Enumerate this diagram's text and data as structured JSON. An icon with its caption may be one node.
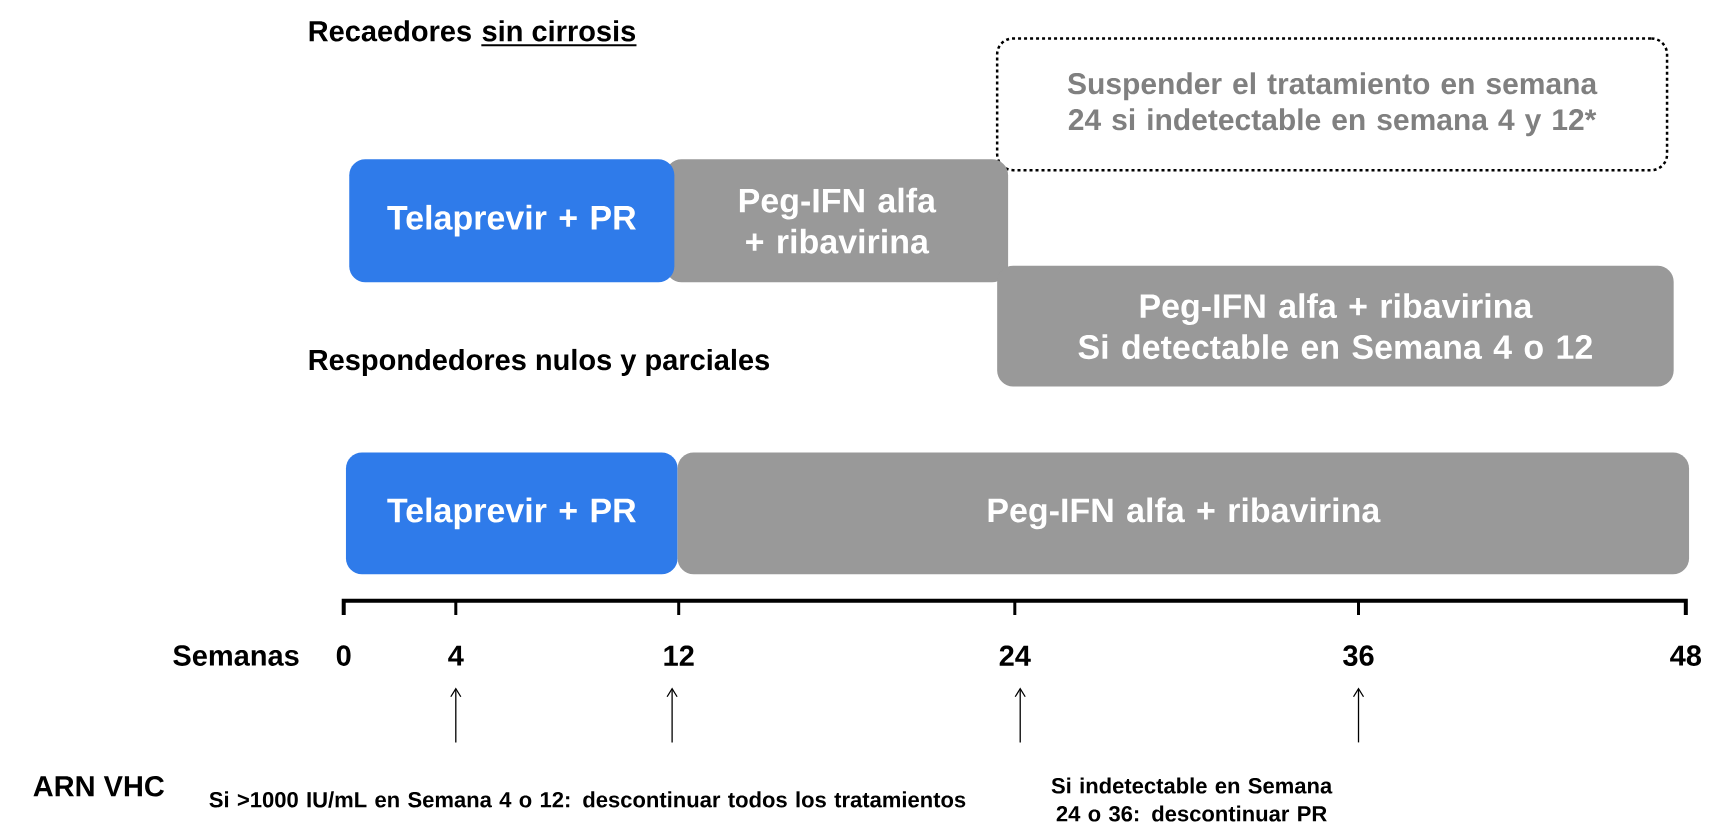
{
  "diagram": {
    "nodes": [
      {
        "text": [
          "Suspender el tratamiento en semana 24 si indetectable en semana 4 y 12*"
        ]
      },
      {
        "text": [
          "Telaprevir + PR"
        ]
      },
      {
        "text": [
          "Peg-IFN alfa + ribavirina"
        ]
      },
      {
        "text": [
          "Peg-IFN alfa + ribavirina",
          "Si detectable en Semana 4 o 12"
        ]
      },
      {
        "text": [
          "Telaprevir + PR"
        ]
      },
      {
        "text": [
          "Peg-IFN alfa + ribavirina"
        ]
      }
    ],
    "labels": [
      "Recaedores",
      "sin cirrosis",
      "Respondedores nulos y parciales",
      "Semanas",
      "0",
      "4",
      "12",
      "24",
      "36",
      "48",
      "ARN VHC",
      "Si >1000 IU/mL en Semana 4 o 12: descontinuar todos los tratamientos",
      "Si indetectable en Semana 24 o 36: descontinuar PR"
    ]
  }
}
